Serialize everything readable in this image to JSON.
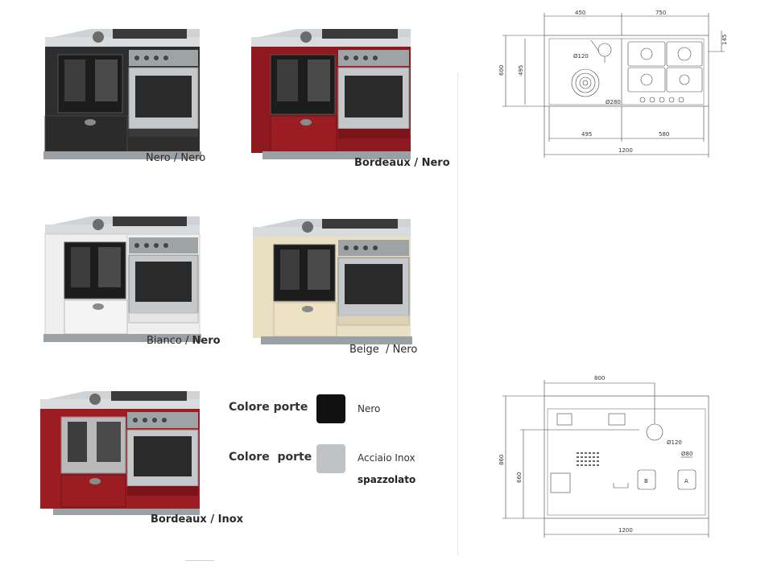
{
  "products": [
    {
      "id": "nero-nero",
      "name_color": "Nero",
      "sep": " / ",
      "door_color": "Nero",
      "body_color": "#2e2e2e",
      "door_fill": "#1c1c1c",
      "drawer_fill": "#2b2b2b",
      "bold": false
    },
    {
      "id": "bordeaux-nero",
      "name_color": "Bordeaux",
      "sep": " / ",
      "door_color": "Nero",
      "body_color": "#8e1a1f",
      "door_fill": "#1c1c1c",
      "drawer_fill": "#9b1d22",
      "bold": true
    },
    {
      "id": "bianco-nero",
      "name_color": "Bianco",
      "sep": " / ",
      "door_color": "Nero",
      "body_color": "#efefef",
      "door_fill": "#1c1c1c",
      "drawer_fill": "#f4f4f4",
      "bold": false
    },
    {
      "id": "beige-nero",
      "name_color": "Beige",
      "sep": "  / ",
      "door_color": "Nero",
      "body_color": "#e9dfc2",
      "door_fill": "#1c1c1c",
      "drawer_fill": "#ede2c4",
      "bold": false
    },
    {
      "id": "bordeaux-inox",
      "name_color": "Bordeaux",
      "sep": " / ",
      "door_color": "Inox",
      "body_color": "#9b1d22",
      "door_fill": "#b9b9b9",
      "drawer_fill": "#9b1d22",
      "bold": true
    }
  ],
  "legend": {
    "label1": "Colore porte",
    "swatch1": "#111111",
    "value1": "Nero",
    "label2": "Colore  porte",
    "swatch2": "#bfc3c6",
    "value2_line1": "Acciaio Inox",
    "value2_line2": "spazzolato"
  },
  "drawing_top": {
    "dim_left_top": "450",
    "dim_right_top": "750",
    "dim_145": "145",
    "dim_600": "600",
    "dim_495_v": "495",
    "dia_120": "Ø120",
    "dia_280": "Ø280",
    "dim_495_h": "495",
    "dim_580": "580",
    "dim_1200": "1200"
  },
  "drawing_bottom": {
    "dim_800": "800",
    "dia_120": "Ø120",
    "dia_80": "Ø80",
    "dim_860": "860",
    "dim_660": "660",
    "label_b": "B",
    "label_a": "A",
    "dim_1200": "1200"
  }
}
